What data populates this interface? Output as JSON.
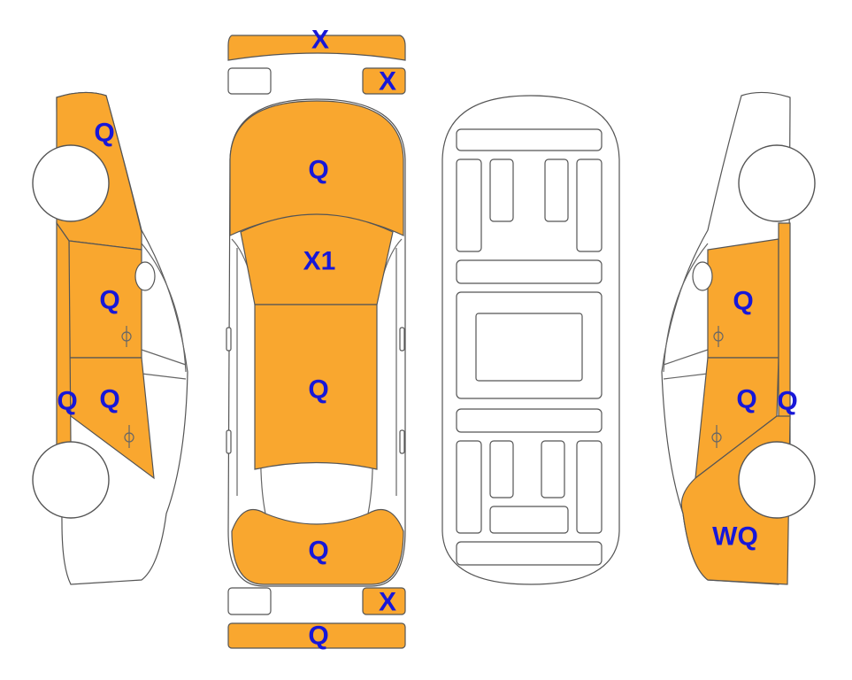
{
  "colors": {
    "damaged_panel": "#F9A72F",
    "code_text": "#1717D8",
    "outline": "#555555",
    "background": "#FFFFFF"
  },
  "codes": {
    "front_bumper_top": "X",
    "front_right_corner": "X",
    "hood": "Q",
    "roof_front": "X1",
    "roof_rear": "Q",
    "trunk": "Q",
    "rear_right_corner": "X",
    "rear_bumper": "Q",
    "left_front_fender": "Q",
    "left_front_door": "Q",
    "left_rear_door": "Q",
    "left_rocker": "Q",
    "right_front_door": "Q",
    "right_rear_door": "Q",
    "right_rocker": "Q",
    "right_rear_quarter": "WQ"
  }
}
